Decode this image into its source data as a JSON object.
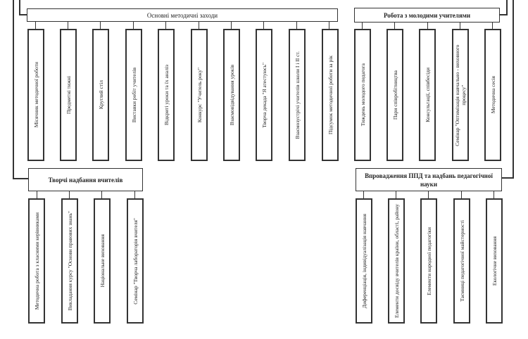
{
  "groups": {
    "main_methods": {
      "title": "Основні методичні заходи",
      "items": [
        "Місячник методичної роботи",
        "Предметні тижні",
        "Круглий стіл",
        "Виставки робіт учителів",
        "Відкриті уроки та їх аналіз",
        "Конкурс \"Учитель року\"",
        "Взаємовідвідування уроків",
        "Творча декада \"Я атестуюсь\"",
        "Взаємозустрічі учителів школи I і II ст.",
        "Підсумок методичної роботи за рік"
      ]
    },
    "young_teachers": {
      "title": "Робота з молодими учителями",
      "items": [
        "Тиждень молодого педагога",
        "Пари співробітництва",
        "Консультації, співбесіди",
        "Семінар \"Оптимізація навчально - виховного процесу\"",
        "Методична сесія"
      ]
    },
    "creative": {
      "title": "Творчі надбання вчителів",
      "items": [
        "Методична робота з класними керівниками",
        "Викладання курсу \"Основи правових знань\"",
        "Національне виховання",
        "Семінар \"Творча лабораторія вчителя\""
      ]
    },
    "implementation": {
      "title": "Впровадження ППД та надбань педагогічної науки",
      "items": [
        "Диференціація, індивідуалізація навчання",
        "Елементи досвіду вчителів країни, області, району",
        "Елементи народної педагогіки",
        "Таємниці педагогічної майстерності",
        "Екологічне виховання"
      ]
    }
  }
}
